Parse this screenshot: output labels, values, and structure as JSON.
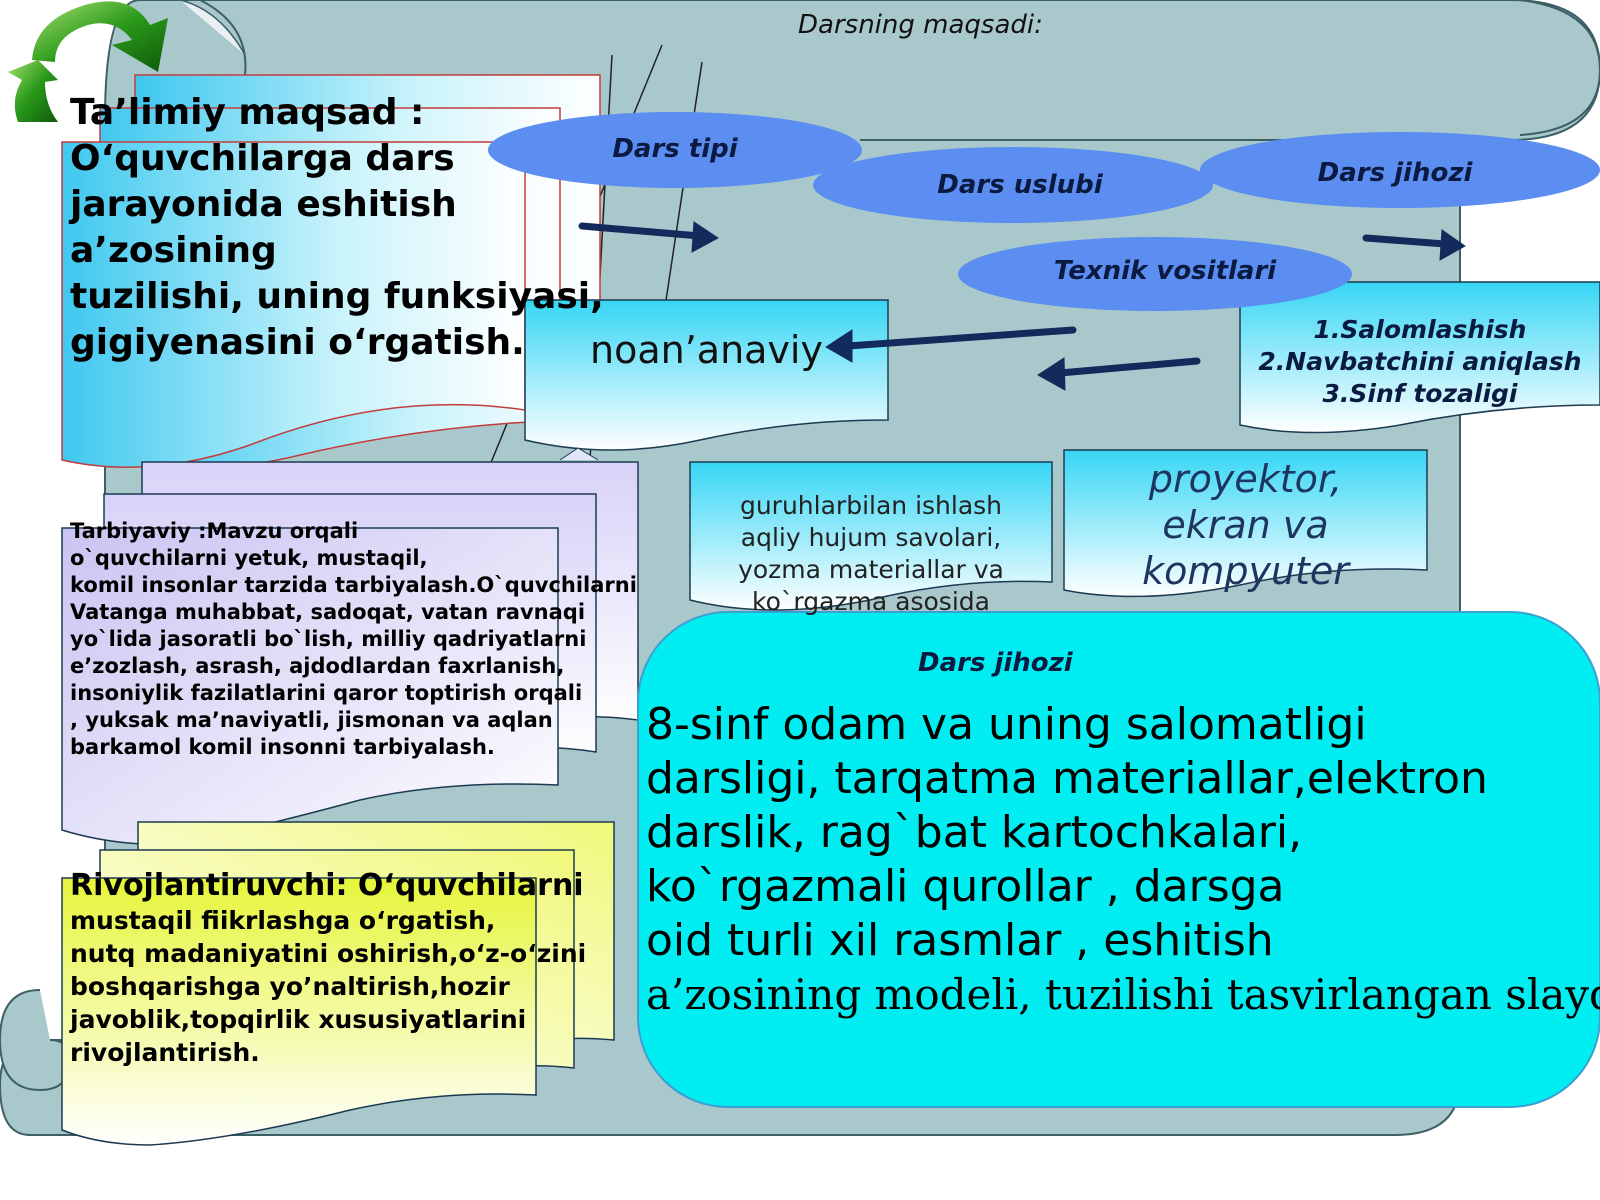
{
  "header": {
    "title": "Darsning  maqsadi:"
  },
  "talimiy": {
    "lines": [
      "Ta’limiy   maqsad :",
      "O‘quvchilarga dars",
      " jarayonida eshitish",
      "a’zosining",
      "  tuzilishi, uning funksiyasi,",
      " gigiyenasini o‘rgatish."
    ]
  },
  "ellipses": {
    "dars_tipi": "Dars   tipi",
    "dars_uslubi": "Dars   uslubi",
    "dars_jihozi": "Dars   jihozi",
    "texnik": "Texnik  vositlari"
  },
  "noananaviy": "noan’anaviy",
  "steps": [
    "1.Salomlashish",
    "2.Navbatchini aniqlash",
    "3.Sinf tozaligi"
  ],
  "guruh": [
    "guruhlarbilan ishlash",
    "aqliy hujum   savolari,",
    "yozma materiallar va",
    "ko`rgazma asosida"
  ],
  "proyektor": [
    "proyektor,",
    "ekran va",
    "kompyuter"
  ],
  "tarbiyaviy": {
    "lines": [
      "Tarbiyaviy :Mavzu orqali",
      "o`quvchilarni yetuk, mustaqil,",
      "komil insonlar tarzida tarbiyalash.O`quvchilarni",
      "Vatanga muhabbat, sadoqat, vatan ravnaqi",
      "yo`lida  jasoratli bo`lish, milliy qadriyatlarni",
      "e’zozlash, asrash, ajdodlardan  faxrlanish,",
      " insoniylik fazilatlarini qaror toptirish orqali",
      ", yuksak ma’naviyatli, jismonan va aqlan",
      "barkamol komil insonni tarbiyalash."
    ]
  },
  "rivojlantiruvchi": {
    "lines": [
      "Rivojlantiruvchi: O‘quvchilarni",
      "mustaqil fiikrlashga o‘rgatish,",
      "nutq madaniyatini oshirish,o‘z-o‘zini",
      " boshqarishga yo’naltirish,hozir",
      "javoblik,topqirlik xususiyatlarini",
      "rivojlantirish."
    ]
  },
  "jihozi_box": {
    "heading": "Dars   jihozi",
    "lines": [
      "8-sinf   odam va uning   salomatligi",
      " darsligi, tarqatma materiallar,elektron",
      "darslik, rag`bat kartochkalari,",
      " ko`rgazmali qurollar , darsga",
      "oid  turli xil rasmlar , eshitish"
    ],
    "last_line": "a’zosining modeli, tuzilishi tasvirlangan slayd."
  },
  "colors": {
    "scroll_fill": "#a9c8cc",
    "ellipse_fill": "#5b8ef0",
    "jihozi_fill": "#00eef2",
    "arrow": "#122a5c"
  }
}
